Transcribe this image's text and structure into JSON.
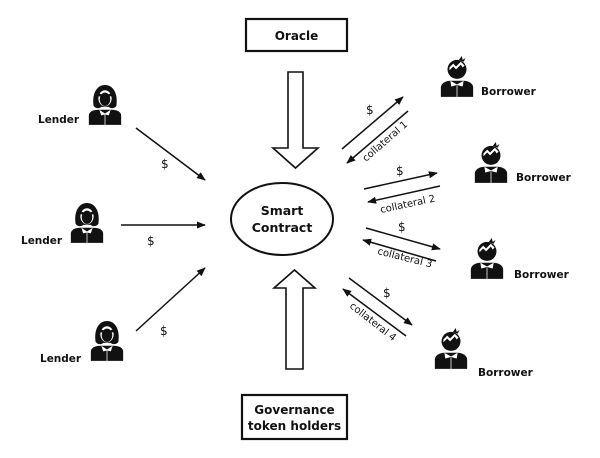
{
  "diagram": {
    "title": "DeFi lending protocol flow",
    "oracle": {
      "label": "Oracle"
    },
    "smart_contract": {
      "line1": "Smart",
      "line2": "Contract"
    },
    "governance": {
      "line1": "Governance",
      "line2": "token holders"
    },
    "lenders": [
      {
        "label": "Lender",
        "flow_label": "$"
      },
      {
        "label": "Lender",
        "flow_label": "$"
      },
      {
        "label": "Lender",
        "flow_label": "$"
      }
    ],
    "borrowers": [
      {
        "label": "Borrower",
        "out_label": "$",
        "in_label": "collateral 1"
      },
      {
        "label": "Borrower",
        "out_label": "$",
        "in_label": "collateral 2"
      },
      {
        "label": "Borrower",
        "out_label": "$",
        "in_label": "collateral 3"
      },
      {
        "label": "Borrower",
        "out_label": "$",
        "in_label": "collateral 4"
      }
    ],
    "edges": [
      {
        "from": "Oracle",
        "to": "Smart Contract",
        "style": "block-arrow"
      },
      {
        "from": "Governance token holders",
        "to": "Smart Contract",
        "style": "block-arrow"
      },
      {
        "from": "Lender 1",
        "to": "Smart Contract",
        "label": "$"
      },
      {
        "from": "Lender 2",
        "to": "Smart Contract",
        "label": "$"
      },
      {
        "from": "Lender 3",
        "to": "Smart Contract",
        "label": "$"
      },
      {
        "from": "Smart Contract",
        "to": "Borrower 1",
        "label": "$"
      },
      {
        "from": "Borrower 1",
        "to": "Smart Contract",
        "label": "collateral 1"
      },
      {
        "from": "Smart Contract",
        "to": "Borrower 2",
        "label": "$"
      },
      {
        "from": "Borrower 2",
        "to": "Smart Contract",
        "label": "collateral 2"
      },
      {
        "from": "Smart Contract",
        "to": "Borrower 3",
        "label": "$"
      },
      {
        "from": "Borrower 3",
        "to": "Smart Contract",
        "label": "collateral 3"
      },
      {
        "from": "Smart Contract",
        "to": "Borrower 4",
        "label": "$"
      },
      {
        "from": "Borrower 4",
        "to": "Smart Contract",
        "label": "collateral 4"
      }
    ],
    "colors": {
      "ink": "#111111",
      "background": "#ffffff"
    }
  }
}
